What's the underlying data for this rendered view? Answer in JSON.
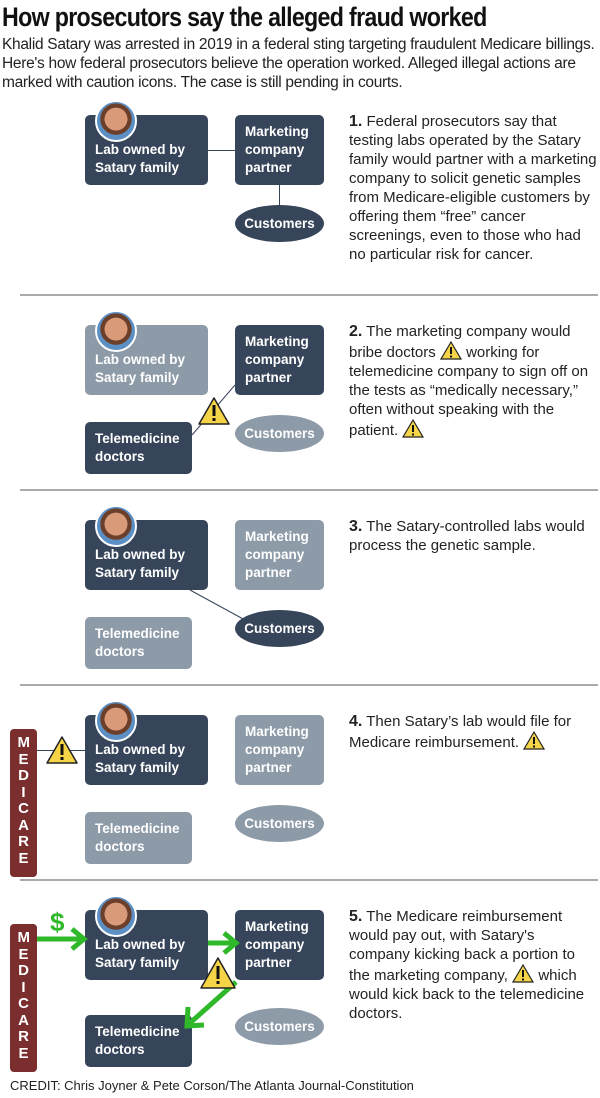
{
  "title": "How prosecutors say the alleged fraud worked",
  "intro": "Khalid Satary was arrested in 2019 in a federal sting targeting fraudulent Medicare billings. Here's how federal prosecutors believe the operation worked. Alleged illegal actions are marked with caution icons. The case is still pending in courts.",
  "labels": {
    "lab_line1": "Lab owned by",
    "lab_line2": "Satary family",
    "mkt_line1": "Marketing",
    "mkt_line2": "company",
    "mkt_line3": "partner",
    "customers": "Customers",
    "tele_line1": "Telemedicine",
    "tele_line2": "doctors",
    "medicare": "MEDICARE",
    "dollar": "$"
  },
  "steps": [
    {
      "num": "1.",
      "text": "Federal prosecutors say that testing labs operated by the Satary family would partner with a marketing company to solicit genetic samples from Medicare-eligible customers by offering them “free” cancer screenings, even to those who had no particular risk for cancer."
    },
    {
      "num": "2.",
      "text_a": "The marketing company would bribe doctors",
      "text_b": "working for telemedicine company to sign off on the tests as “medically necessary,” often without speaking with the patient."
    },
    {
      "num": "3.",
      "text": "The Satary-controlled labs would process the genetic sample."
    },
    {
      "num": "4.",
      "text": "Then Satary’s lab would file for Medicare reimbursement."
    },
    {
      "num": "5.",
      "text_a": "The Medicare reimbursement would pay out, with Satary's company kicking back a portion to the marketing company,",
      "text_b": "which would kick back to the telemedicine doctors."
    }
  ],
  "credit": "CREDIT: Chris Joyner & Pete Corson/The Atlanta Journal-Constitution",
  "colors": {
    "dark": "#37455a",
    "light": "#8d9aa8",
    "medicare": "#7a2e2e",
    "arrow": "#2fb82a",
    "warning": "#f5d547"
  }
}
